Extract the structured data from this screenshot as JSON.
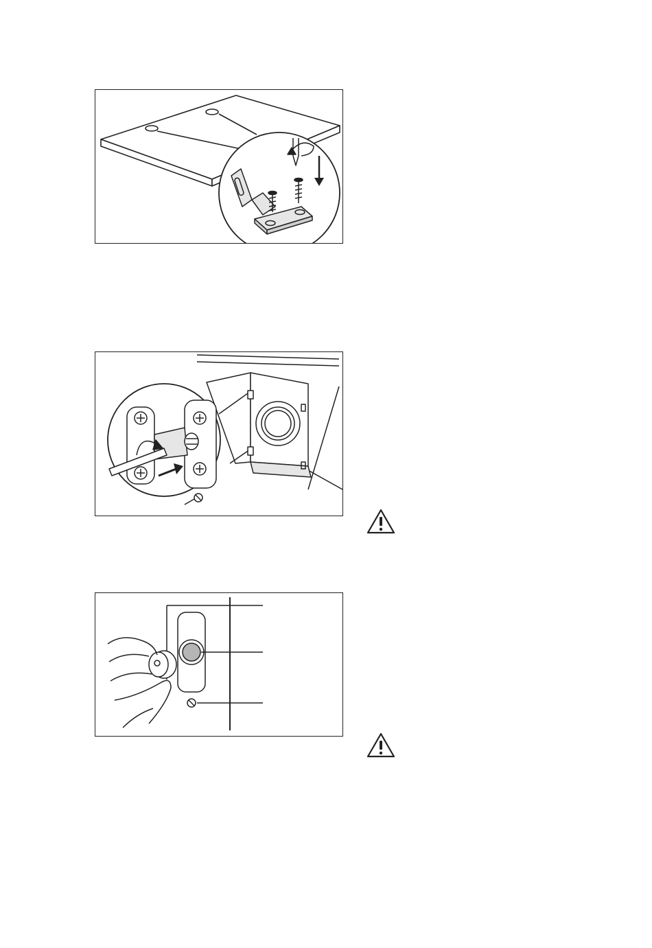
{
  "page": {
    "background": "#ffffff",
    "line_color": "#222222",
    "shade_color": "#b5b5b5"
  },
  "figures": [
    {
      "id": "fig1",
      "icon": "worktop-bracket-screw-illustration"
    },
    {
      "id": "fig2",
      "icon": "door-hinge-adjustment-illustration"
    },
    {
      "id": "fig3",
      "icon": "hinge-cap-knob-illustration"
    }
  ],
  "warnings": [
    {
      "icon": "warning-triangle-icon"
    },
    {
      "icon": "warning-triangle-icon"
    }
  ]
}
